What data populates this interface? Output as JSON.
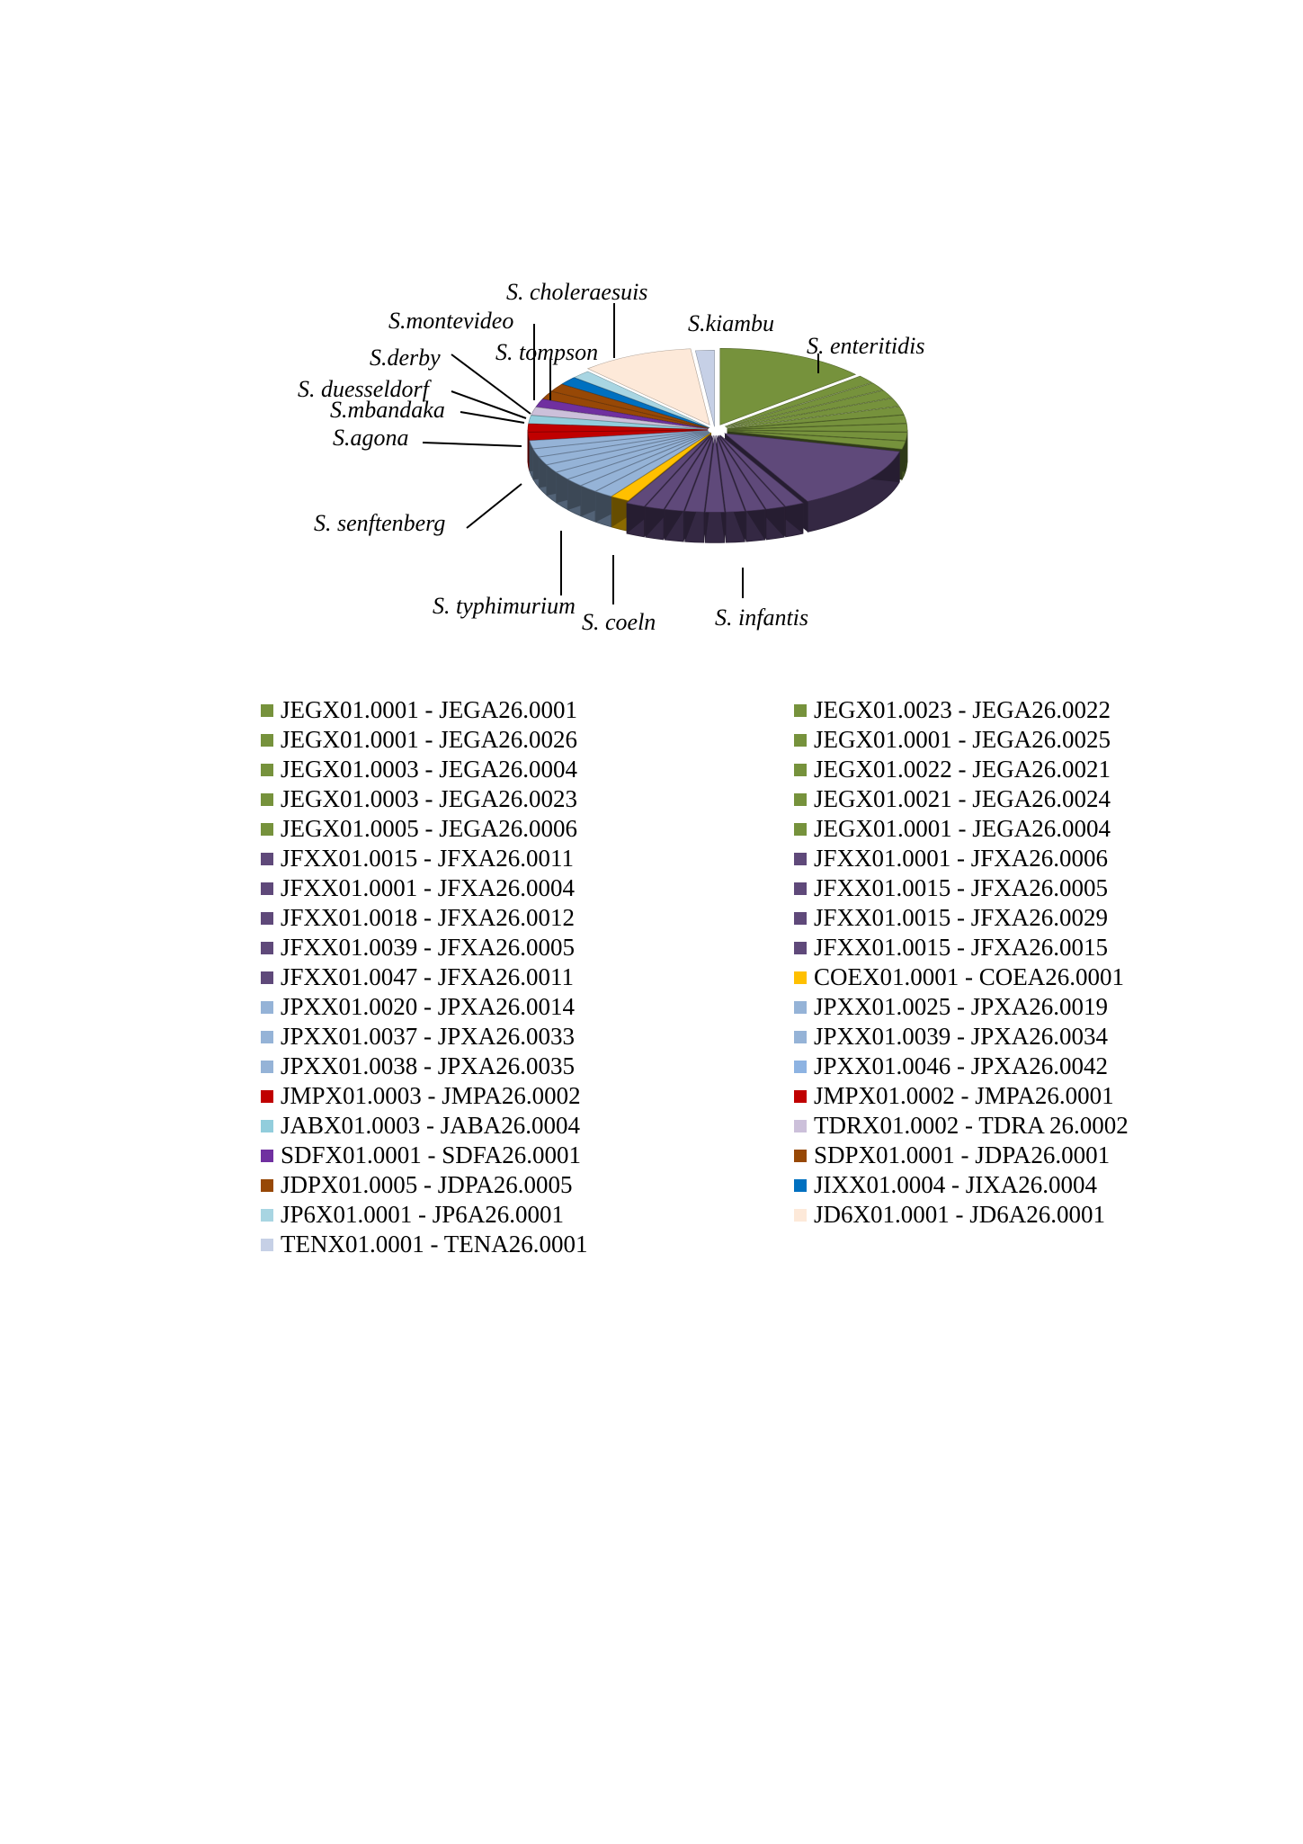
{
  "chart_data": {
    "type": "pie",
    "style": "3d-exploded",
    "values": [
      8,
      1,
      1,
      1,
      1,
      1,
      1,
      1,
      1,
      1,
      8,
      1,
      1,
      1,
      1,
      1,
      1,
      1,
      1,
      1,
      1,
      1,
      1,
      1,
      1,
      1,
      1,
      1,
      1,
      1,
      1,
      1,
      1,
      1,
      1,
      1,
      1,
      1,
      6,
      1
    ],
    "group_colors": {
      "enteritidis": "#76923c",
      "infantis": "#5f497a",
      "coeln": "#ffc000",
      "typhimurium": "#95b3d7",
      "senftenberg": "#c00000",
      "agona": "#92cddc",
      "mbandaka": "#ccc0da",
      "duesseldorf": "#7030a0",
      "derby": "#974806",
      "montevideo": "#0070c0",
      "tompson": "#a8d5e2",
      "choleraesuis": "#fde9d9",
      "kiambu": "#c6d0e6"
    },
    "slice_groups": [
      "enteritidis",
      "enteritidis",
      "enteritidis",
      "enteritidis",
      "enteritidis",
      "enteritidis",
      "enteritidis",
      "enteritidis",
      "enteritidis",
      "enteritidis",
      "infantis",
      "infantis",
      "infantis",
      "infantis",
      "infantis",
      "infantis",
      "infantis",
      "infantis",
      "infantis",
      "infantis",
      "coeln",
      "typhimurium",
      "typhimurium",
      "typhimurium",
      "typhimurium",
      "typhimurium",
      "typhimurium",
      "typhimurium",
      "typhimurium",
      "senftenberg",
      "senftenberg",
      "agona",
      "mbandaka",
      "duesseldorf",
      "derby",
      "derby",
      "montevideo",
      "tompson",
      "choleraesuis",
      "kiambu"
    ],
    "callouts": [
      {
        "text": "S. choleraesuis"
      },
      {
        "text": "S.kiambu"
      },
      {
        "text": "S. enteritidis"
      },
      {
        "text": "S.montevideo"
      },
      {
        "text": "S. tompson"
      },
      {
        "text": "S.derby"
      },
      {
        "text": "S. duesseldorf"
      },
      {
        "text": "S.mbandaka"
      },
      {
        "text": "S.agona"
      },
      {
        "text": "S. senftenberg"
      },
      {
        "text": "S. typhimurium"
      },
      {
        "text": "S. coeln"
      },
      {
        "text": "S. infantis"
      }
    ],
    "legend": [
      {
        "label": "JEGX01.0001 - JEGA26.0001",
        "color": "#76923c"
      },
      {
        "label": "JEGX01.0023 - JEGA26.0022",
        "color": "#76923c"
      },
      {
        "label": "JEGX01.0001 - JEGA26.0026",
        "color": "#76923c"
      },
      {
        "label": "JEGX01.0001 - JEGA26.0025",
        "color": "#76923c"
      },
      {
        "label": "JEGX01.0003 - JEGA26.0004",
        "color": "#76923c"
      },
      {
        "label": "JEGX01.0022 - JEGA26.0021",
        "color": "#76923c"
      },
      {
        "label": "JEGX01.0003 - JEGA26.0023",
        "color": "#76923c"
      },
      {
        "label": "JEGX01.0021 - JEGA26.0024",
        "color": "#76923c"
      },
      {
        "label": "JEGX01.0005 - JEGA26.0006",
        "color": "#76923c"
      },
      {
        "label": "JEGX01.0001 - JEGA26.0004",
        "color": "#76923c"
      },
      {
        "label": "JFXX01.0015 - JFXA26.0011",
        "color": "#5f497a"
      },
      {
        "label": "JFXX01.0001 - JFXA26.0006",
        "color": "#5f497a"
      },
      {
        "label": "JFXX01.0001 - JFXA26.0004",
        "color": "#5f497a"
      },
      {
        "label": "JFXX01.0015 - JFXA26.0005",
        "color": "#5f497a"
      },
      {
        "label": "JFXX01.0018 - JFXA26.0012",
        "color": "#5f497a"
      },
      {
        "label": "JFXX01.0015 - JFXA26.0029",
        "color": "#5f497a"
      },
      {
        "label": "JFXX01.0039 - JFXA26.0005",
        "color": "#5f497a"
      },
      {
        "label": "JFXX01.0015 - JFXA26.0015",
        "color": "#5f497a"
      },
      {
        "label": "JFXX01.0047 - JFXA26.0011",
        "color": "#5f497a"
      },
      {
        "label": "COEX01.0001 - COEA26.0001",
        "color": "#ffc000"
      },
      {
        "label": "JPXX01.0020 - JPXA26.0014",
        "color": "#95b3d7"
      },
      {
        "label": "JPXX01.0025 - JPXA26.0019",
        "color": "#95b3d7"
      },
      {
        "label": "JPXX01.0037 - JPXA26.0033",
        "color": "#95b3d7"
      },
      {
        "label": "JPXX01.0039 - JPXA26.0034",
        "color": "#95b3d7"
      },
      {
        "label": "JPXX01.0038 - JPXA26.0035",
        "color": "#95b3d7"
      },
      {
        "label": "JPXX01.0046 - JPXA26.0042",
        "color": "#8db3e2"
      },
      {
        "label": "JMPX01.0003 - JMPA26.0002",
        "color": "#c00000"
      },
      {
        "label": "JMPX01.0002 - JMPA26.0001",
        "color": "#c00000"
      },
      {
        "label": "JABX01.0003 - JABA26.0004",
        "color": "#92cddc"
      },
      {
        "label": "TDRX01.0002 - TDRA 26.0002",
        "color": "#ccc0da"
      },
      {
        "label": "SDFX01.0001 - SDFA26.0001",
        "color": "#7030a0"
      },
      {
        "label": "SDPX01.0001 - JDPA26.0001",
        "color": "#974806"
      },
      {
        "label": "JDPX01.0005 - JDPA26.0005",
        "color": "#974806"
      },
      {
        "label": "JIXX01.0004 - JIXA26.0004",
        "color": "#0070c0"
      },
      {
        "label": "JP6X01.0001 - JP6A26.0001",
        "color": "#a8d5e2"
      },
      {
        "label": "JD6X01.0001 - JD6A26.0001",
        "color": "#fde9d9"
      },
      {
        "label": "TENX01.0001 - TENA26.0001",
        "color": "#c6d0e6"
      }
    ],
    "legend_placement": "bottom"
  }
}
